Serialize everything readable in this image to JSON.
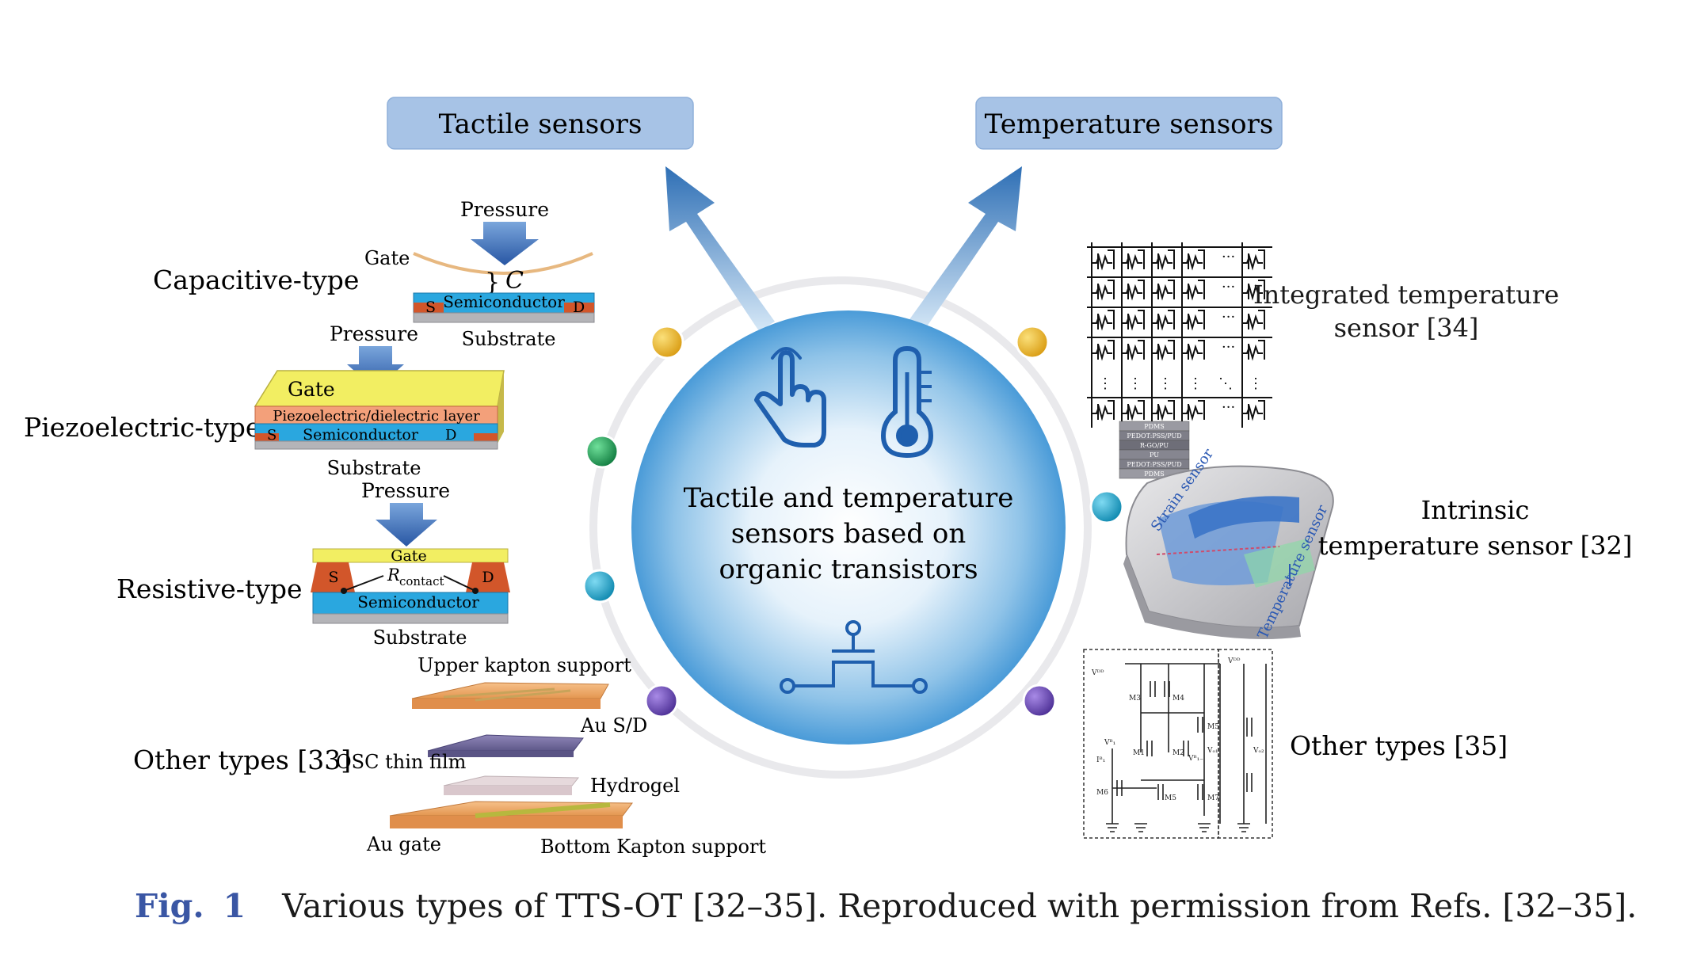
{
  "top_boxes": {
    "tactile": "Tactile sensors",
    "temperature": "Temperature sensors"
  },
  "center": {
    "line1": "Tactile and temperature",
    "line2": "sensors based on",
    "line3": "organic transistors"
  },
  "tactile_types": {
    "capacitive": {
      "label": "Capacitive-type",
      "pressure": "Pressure",
      "gate": "Gate",
      "cap": "C",
      "source": "S",
      "semiconductor": "Semiconductor",
      "drain": "D",
      "substrate": "Substrate"
    },
    "piezoelectric": {
      "label": "Piezoelectric-type",
      "pressure": "Pressure",
      "gate": "Gate",
      "dielectric": "Piezoelectric/dielectric layer",
      "source": "S",
      "semiconductor": "Semiconductor",
      "drain": "D",
      "substrate": "Substrate"
    },
    "resistive": {
      "label": "Resistive-type",
      "pressure": "Pressure",
      "gate": "Gate",
      "source": "S",
      "drain": "D",
      "r_main": "R",
      "r_sub": "contact",
      "semiconductor": "Semiconductor",
      "substrate": "Substrate"
    },
    "other": {
      "label": "Other types [33]",
      "upper": "Upper kapton support",
      "ausd": "Au S/D",
      "osc": "OSC thin film",
      "hydrogel": "Hydrogel",
      "augate": "Au gate",
      "bottom": "Bottom Kapton support"
    }
  },
  "temperature_types": {
    "integrated": {
      "line1": "Integrated temperature",
      "line2": "sensor [34]"
    },
    "intrinsic": {
      "line1": "Intrinsic",
      "line2": "temperature sensor [32]",
      "strain": "Strain sensor",
      "temp": "Temperature sensor",
      "layers": [
        "PDMS",
        "PEDOT:PSS/PUD",
        "R-GO/PU",
        "PU",
        "PEDOT:PSS/PUD",
        "PDMS"
      ]
    },
    "other": {
      "label": "Other types [35]",
      "circuit_labels": [
        "M3",
        "M4",
        "M5",
        "M1",
        "M2",
        "M6",
        "M5",
        "M7",
        "Vᴰᴰ",
        "Vᴰᴰ",
        "Vᴮ₁",
        "Vᴮ₁₋",
        "Vₒ₁",
        "Vₒ₂",
        "Iᴮ₁"
      ]
    }
  },
  "caption": {
    "fig": "Fig.",
    "num": "1",
    "text": "Various types of TTS-OT [32–35]. Reproduced with permission from Refs. [32–35]."
  },
  "colors": {
    "box_fill": "#a7c3e6",
    "arrow": "#2e6fb5",
    "gold": "#e3a51c",
    "green": "#1f9a55",
    "teal": "#1aa0c4",
    "purple": "#6a4bb0",
    "semiconductor": "#2aa7df",
    "gate": "#f2ee62",
    "contact": "#d2562a",
    "dielectric": "#f3a07a"
  }
}
